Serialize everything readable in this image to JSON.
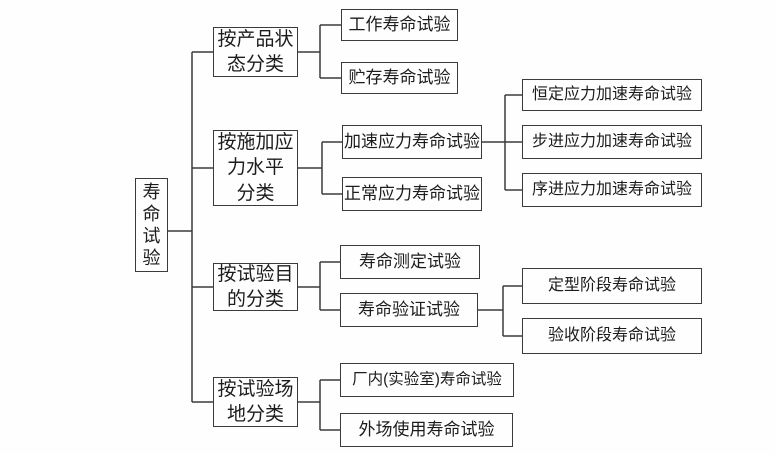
{
  "colors": {
    "line": "#3b3b3b",
    "text": "#1c1c1c",
    "background": "#ffffff"
  },
  "tree": {
    "root_label": "寿命试验",
    "branches": [
      {
        "label": "按产品状\n态分类",
        "children": [
          {
            "label": "工作寿命试验"
          },
          {
            "label": "贮存寿命试验"
          }
        ]
      },
      {
        "label": "按施加应\n力水平\n分类",
        "children": [
          {
            "label": "加速应力寿命试验",
            "children": [
              {
                "label": "恒定应力加速寿命试验"
              },
              {
                "label": "步进应力加速寿命试验"
              },
              {
                "label": "序进应力加速寿命试验"
              }
            ]
          },
          {
            "label": "正常应力寿命试验"
          }
        ]
      },
      {
        "label": "按试验目\n的分类",
        "children": [
          {
            "label": "寿命测定试验"
          },
          {
            "label": "寿命验证试验",
            "children": [
              {
                "label": "定型阶段寿命试验"
              },
              {
                "label": "验收阶段寿命试验"
              }
            ]
          }
        ]
      },
      {
        "label": "按试验场\n地分类",
        "children": [
          {
            "label": "厂内(实验室)寿命试验"
          },
          {
            "label": "外场使用寿命试验"
          }
        ]
      }
    ]
  }
}
